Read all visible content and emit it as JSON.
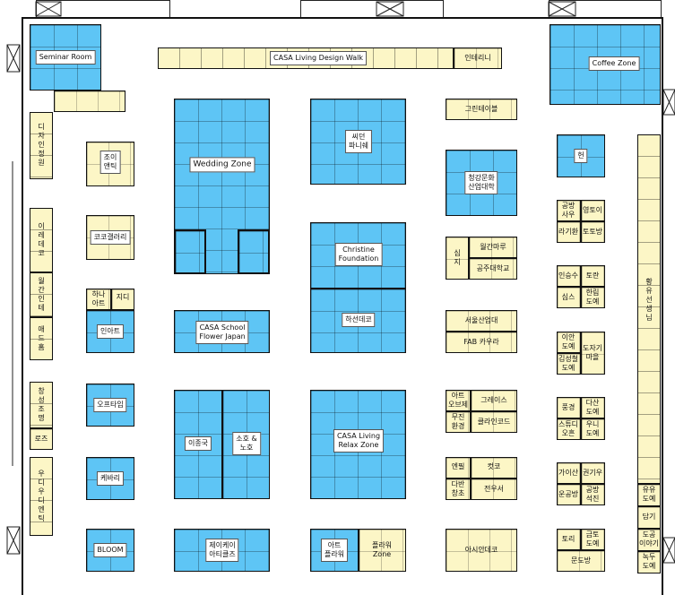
{
  "booths": {
    "seminar_room": "Seminar Room",
    "design_walk": "CASA Living Design Walk",
    "interiors": "인테리니",
    "coffee_zone": "Coffee Zone",
    "dijain_jeongwon": "디\n자\n인\n정\n원",
    "joi_aentik": "조이\n앤틱",
    "wedding_zone": "Wedding Zone",
    "ssideon_pania": "씨던\n파니쉐",
    "green_table": "그린테이블",
    "heon": "헌",
    "cheonggang": "청강문화\n산업대학",
    "irae_deco": "이\n레\n데\n코",
    "coco_gallery": "코코갤러리",
    "christine": "Christine\nFoundation",
    "simji": "심\n지",
    "wolgan_maru": "월간마루",
    "gongju_univ": "공주대학교",
    "gongbang_sau": "공방\n사우",
    "yeongtoi": "영토이",
    "ragihwan": "라기환",
    "totobang": "토토방",
    "hwangyuseon": "황\n유\n선\n생\n님",
    "wolgan_inte": "월\n간\n인\n테",
    "hana_art": "하나\n아트",
    "jidi": "지디",
    "inart": "인아트",
    "inseongsu": "인승수",
    "toran": "토란",
    "simseu": "심스",
    "hallim_dohye": "한림\n도예",
    "aedeuhom": "애\n드\n홈",
    "casa_school": "CASA School\nFlower Japan",
    "hasun_deco": "하선데코",
    "seoul_sanup": "서울산업대",
    "fab_kaura": "FAB 카우라",
    "ian_dohye": "이안\n도예",
    "gimseongcheol": "김성철\n도예",
    "dojagi_maeul": "도자기\n마을",
    "changseong": "창\n성\n조\n명",
    "opeutaim": "오프타임",
    "art_obje": "아트\n오브제",
    "grace": "그레이스",
    "mujin_hwangyeong": "무진\n환경",
    "clean_code": "클라인코드",
    "punggyeong": "풍경",
    "dasan_dohye": "다산\n도예",
    "studio_moheun": "스튜디\n오흔",
    "uni_dohye": "우니\n도예",
    "rojeu": "로즈",
    "udi_udi": "우\n디\n우\n디\n엔\n틱",
    "ijeongguk": "이종국",
    "soho_noho": "소호 &\n노호",
    "casa_relax": "CASA Living\nRelax Zone",
    "enpil": "엔필",
    "keotkho": "컷코",
    "daban_changcho": "다반\n창초",
    "jeonuso": "전우서",
    "gaesansang": "가이산",
    "gwongiu": "권기우",
    "ungongbang": "운공방",
    "gongbang_seokjin": "공방\n석진",
    "yuyu_dohye": "유유\n도예",
    "kebaeri": "케바리",
    "damgi": "담기",
    "bloom": "BLOOM",
    "jay_artsquare": "제이케이\n아티클즈",
    "art_flower": "아트\n플라워",
    "flower_zone": "플라워\nZone",
    "asian_deco": "아시안데코",
    "tori": "토리",
    "geumto_dohye": "금토\n도예",
    "munsundo": "문도방",
    "dogong_iyagi": "도공\n이야기",
    "nokdu_dohye": "녹두\n도예"
  },
  "colors": {
    "booth_blue": "#5ec5f5",
    "booth_yellow": "#fcf6c6",
    "wall": "#111111"
  }
}
